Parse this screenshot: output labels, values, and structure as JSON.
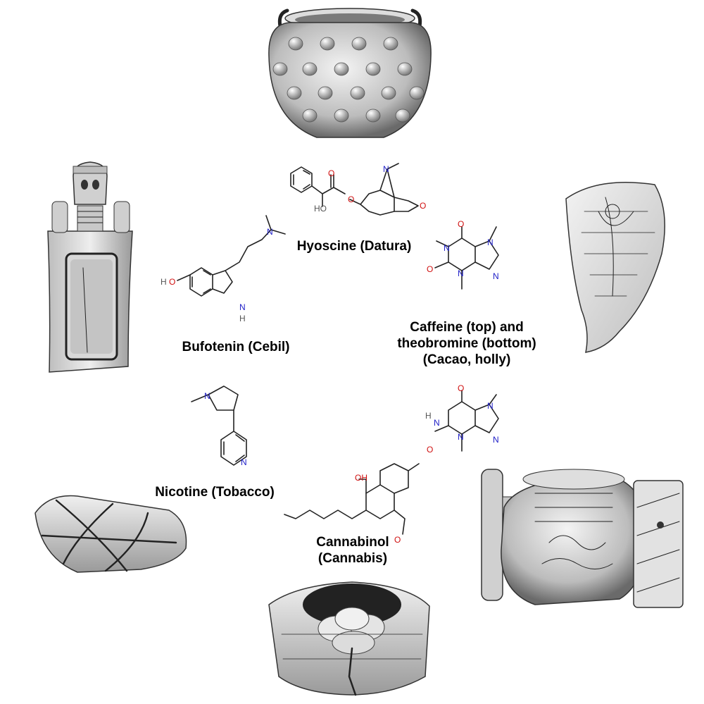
{
  "labels": {
    "hyoscine": "Hyoscine (Datura)",
    "bufotenin": "Bufotenin (Cebil)",
    "caffeine": [
      "Caffeine (top) and",
      "theobromine (bottom)",
      "(Cacao, holly)"
    ],
    "nicotine": "Nicotine (Tobacco)",
    "cannabinol": [
      "Cannabinol",
      "(Cannabis)"
    ]
  },
  "atoms": {
    "N": "N",
    "O": "O",
    "NH": "N",
    "H": "H",
    "HO": "HO",
    "OH": "OH"
  },
  "colors": {
    "nitrogen": "#2020c8",
    "oxygen": "#d01010",
    "ink": "#222222"
  },
  "artifacts": [
    "spiked-ceramic-pot",
    "carved-figure-snuff-tray",
    "incised-conch-shell",
    "stone-fragment",
    "carved-stone-mortar",
    "maya-spouted-vessel"
  ]
}
